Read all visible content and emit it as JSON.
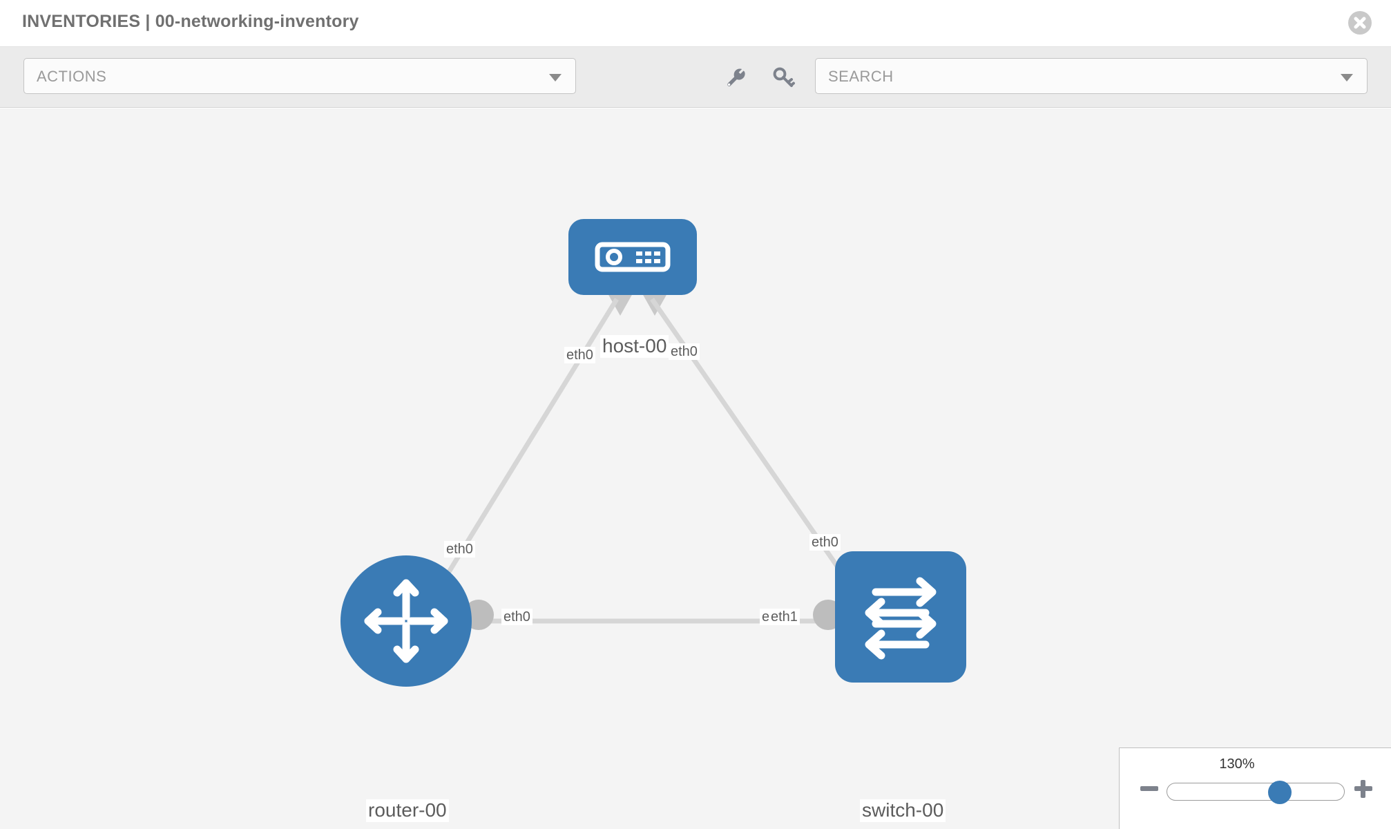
{
  "header": {
    "title": "INVENTORIES | 00-networking-inventory",
    "close_icon": "close-circle-icon"
  },
  "toolbar": {
    "actions_label": "ACTIONS",
    "actions_caret_icon": "chevron-down-icon",
    "wrench_icon": "wrench-icon",
    "key_icon": "key-icon",
    "search_placeholder": "SEARCH",
    "search_caret_icon": "chevron-down-icon"
  },
  "topology": {
    "nodes": [
      {
        "id": "host-00",
        "label": "host-00",
        "type": "host",
        "icon": "server-appliance-icon",
        "color": "#3a7bb5"
      },
      {
        "id": "router-00",
        "label": "router-00",
        "type": "router",
        "icon": "router-arrows-icon",
        "color": "#3a7bb5"
      },
      {
        "id": "switch-00",
        "label": "switch-00",
        "type": "switch",
        "icon": "switch-arrows-icon",
        "color": "#3a7bb5"
      }
    ],
    "port_labels": {
      "host_left": "eth0",
      "host_right": "eth0",
      "router_up": "eth0",
      "switch_up": "eth0",
      "router_right": "eth0",
      "switch_left_hidden": "eth0",
      "switch_left": "eth1"
    },
    "link_color": "#d6d6d6",
    "connector_color": "#b8b8b8"
  },
  "zoom": {
    "level": "130%",
    "minus_icon": "minus-icon",
    "plus_icon": "plus-icon",
    "thumb_icon": "slider-thumb"
  }
}
